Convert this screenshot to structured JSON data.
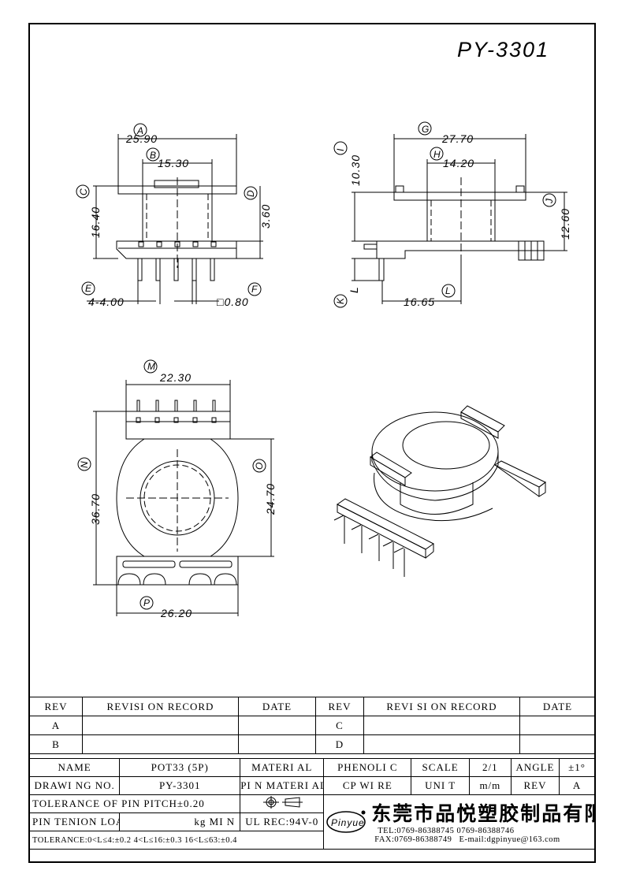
{
  "drawing": {
    "part_no": "PY-3301",
    "dims": {
      "A": "A",
      "B": "B",
      "C": "C",
      "D": "D",
      "E": "E",
      "F": "F",
      "G": "G",
      "H": "H",
      "I": "I",
      "J": "J",
      "K": "K",
      "L": "L",
      "M": "M",
      "N": "N",
      "O": "O",
      "P": "P",
      "a_val": "25.90",
      "b_val": "15.30",
      "c_val": "16.40",
      "d_val": "3.60",
      "e_val": "4-4.00",
      "f_val": "□0.80",
      "g_val": "27.70",
      "h_val": "14.20",
      "i_val": "10.30",
      "j_val": "12.60",
      "l_val": "16.65",
      "m_val": "22.30",
      "n_val": "36.70",
      "o_val": "24.70",
      "p_val": "26.20"
    }
  },
  "revision_table": {
    "headers": [
      "REV",
      "REVISI ON RECORD",
      "DATE",
      "REV",
      "REVI SI ON RECORD",
      "DATE"
    ],
    "rows": [
      {
        "rev1": "A",
        "rev2": "C"
      },
      {
        "rev1": "B",
        "rev2": "D"
      }
    ]
  },
  "title_block": {
    "name_label": "NAME",
    "name_value": "POT33 (5P)",
    "material_label": "MATERI AL",
    "material_value": "PHENOLI C",
    "scale_label": "SCALE",
    "scale_value": "2/1",
    "angle_label": "ANGLE",
    "angle_value": "±1°",
    "drawing_no_label": "DRAWI NG NO.",
    "drawing_no_value": "PY-3301",
    "pin_material_label": "PI N MATERI AL",
    "pin_material_value": "CP WI RE",
    "unit_label": "UNI T",
    "unit_value": "m/m",
    "rev_label": "REV",
    "rev_value": "A",
    "tol_pitch": "TOLERANCE OF PIN PITCH±0.20",
    "pin_tension": "PIN TENION LOAD",
    "pin_tension_unit": "kg MI N",
    "ul": "UL REC:94V-0",
    "tolerance": "TOLERANCE:0<L≤4:±0.2 4<L≤16:±0.3 16<L≤63:±0.4",
    "logo": "Pinyue",
    "company_cn": "东莞市品悦塑胶制品有限公司",
    "tel": "TEL:0769-86388745 0769-86388746",
    "fax": "FAX:0769-86388749",
    "email": "E-mail:dgpinyue@163.com"
  }
}
